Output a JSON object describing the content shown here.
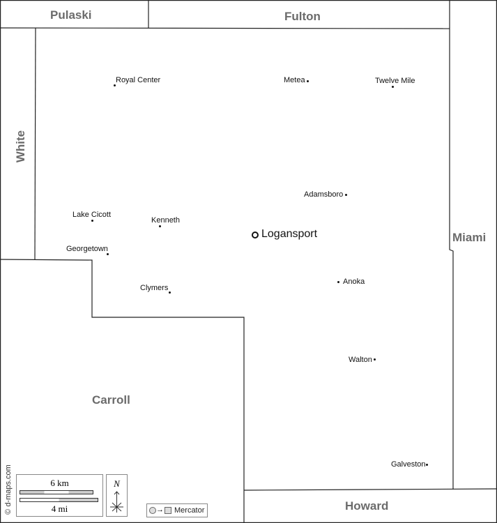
{
  "counties": {
    "pulaski": "Pulaski",
    "fulton": "Fulton",
    "white": "White",
    "miami": "Miami",
    "carroll": "Carroll",
    "howard": "Howard"
  },
  "seat": "Logansport",
  "cities": [
    {
      "name": "Royal Center"
    },
    {
      "name": "Metea"
    },
    {
      "name": "Twelve Mile"
    },
    {
      "name": "Adamsboro"
    },
    {
      "name": "Lake Cicott"
    },
    {
      "name": "Kenneth"
    },
    {
      "name": "Georgetown"
    },
    {
      "name": "Clymers"
    },
    {
      "name": "Anoka"
    },
    {
      "name": "Walton"
    },
    {
      "name": "Galveston"
    }
  ],
  "credit": "© d-maps.com",
  "scale": {
    "km": "6 km",
    "mi": "4 mi"
  },
  "north": "N",
  "projection": {
    "arrow": "→",
    "label": "Mercator"
  },
  "colors": {
    "border": "#222222",
    "county_label": "#6b6b6b",
    "scale_fill": "#cccccc"
  }
}
